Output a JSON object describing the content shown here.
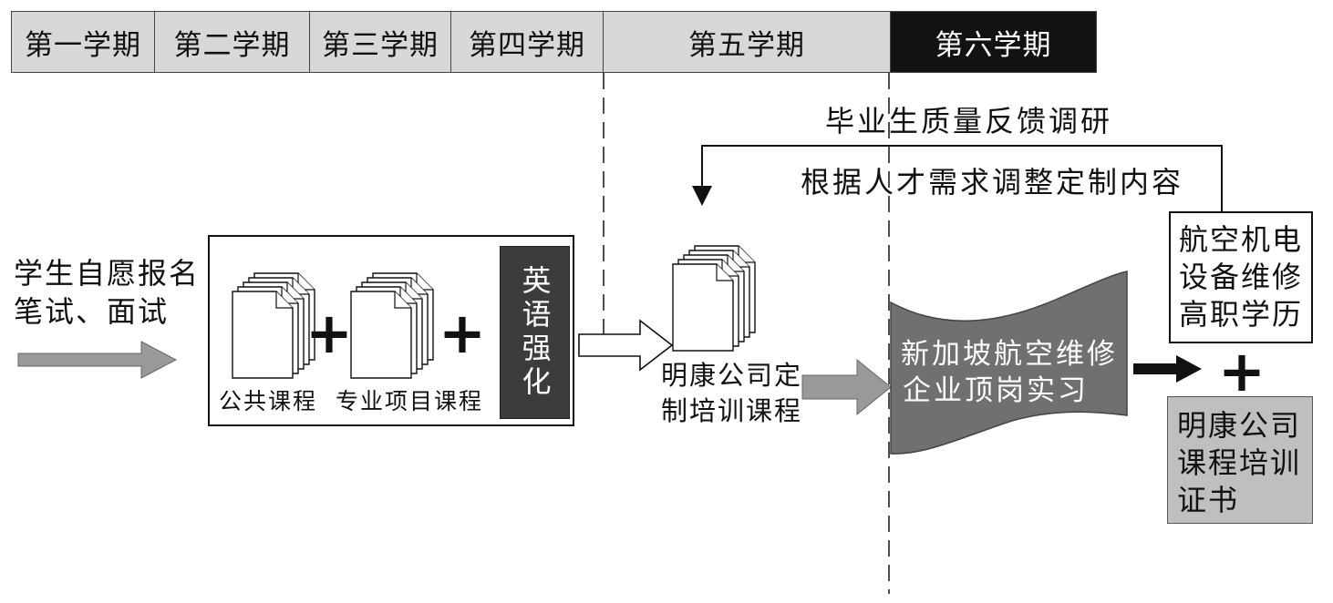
{
  "semesters": [
    "第一学期",
    "第二学期",
    "第三学期",
    "第四学期",
    "第五学期",
    "第六学期"
  ],
  "feedback": {
    "survey": "毕业生质量反馈调研",
    "adjust": "根据人才需求调整定制内容"
  },
  "enrollment": {
    "line1": "学生自愿报名",
    "line2": "笔试、面试"
  },
  "courses": {
    "public": "公共课程",
    "major": "专业项目课程",
    "english": "英语强化"
  },
  "custom_training": {
    "line1": "明康公司定",
    "line2": "制培训课程"
  },
  "internship": {
    "line1": "新加坡航空维修",
    "line2": "企业顶岗实习"
  },
  "diploma": {
    "line1": "航空机电",
    "line2": "设备维修",
    "line3": "高职学历"
  },
  "certificate": {
    "line1": "明康公司",
    "line2": "课程培训",
    "line3": "证书"
  },
  "plus_sign": "+",
  "icons": {
    "course_material": "document-stack-icon"
  },
  "colors": {
    "semester_fill": "#d8d8d8",
    "semester_active_fill": "#121212",
    "english_box_fill": "#3c3c3c",
    "banner_fill": "#707070",
    "arrow_gray": "#999999",
    "certificate_fill": "#bfbfbf"
  }
}
